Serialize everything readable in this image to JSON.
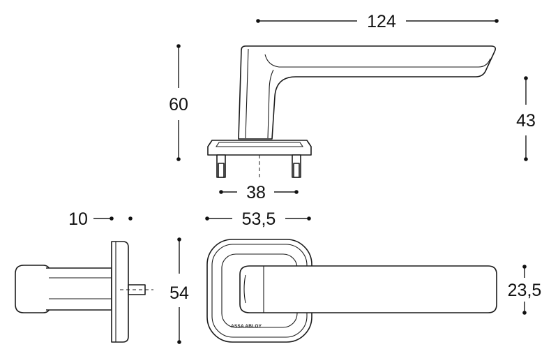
{
  "dimensions": {
    "length": "124",
    "height": "60",
    "lever_height": "43",
    "spindle_spacing": "38",
    "rose_depth": "10",
    "rose_width": "53,5",
    "rose_height": "54",
    "grip_height": "23,5"
  },
  "brand": {
    "logo_text": "ASSA ABLOY"
  }
}
